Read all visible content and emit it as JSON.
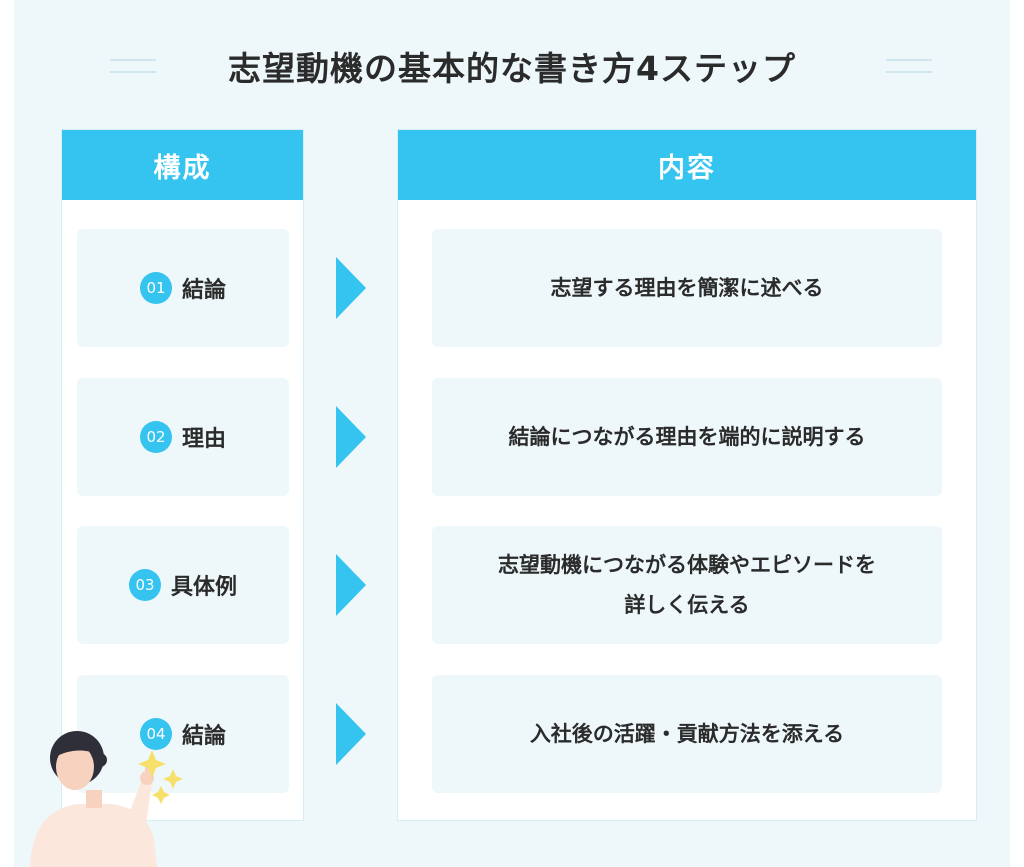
{
  "title": "志望動機の基本的な書き方4ステップ",
  "columns": {
    "structure": "構成",
    "content": "内容"
  },
  "steps": [
    {
      "number": "01",
      "label": "結論",
      "content": "志望する理由を簡潔に述べる"
    },
    {
      "number": "02",
      "label": "理由",
      "content": "結論につながる理由を端的に説明する"
    },
    {
      "number": "03",
      "label": "具体例",
      "content_line1": "志望動機につながる体験やエピソードを",
      "content_line2": "詳しく伝える"
    },
    {
      "number": "04",
      "label": "結論",
      "content": "入社後の活躍・貢献方法を添える"
    }
  ],
  "colors": {
    "accent": "#35c3f0",
    "background": "#eef8fb",
    "text": "#2b2b2b"
  },
  "icons": [
    "arrow-right-icon",
    "sparkle-icon",
    "person-illustration"
  ]
}
